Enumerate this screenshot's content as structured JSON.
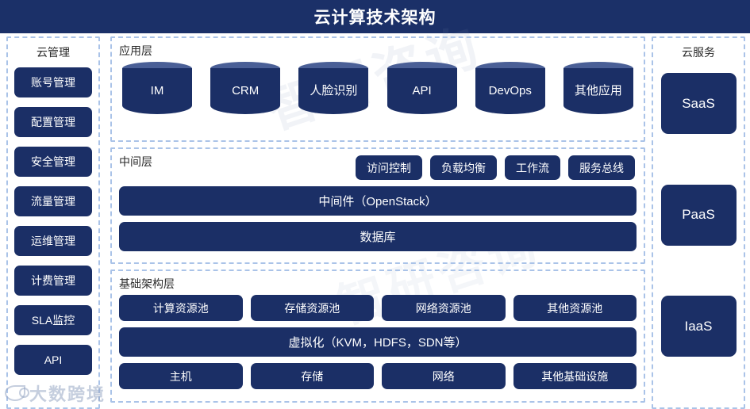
{
  "header": {
    "title": "云计算技术架构"
  },
  "cloud_management": {
    "title": "云管理",
    "items": [
      {
        "label": "账号管理"
      },
      {
        "label": "配置管理"
      },
      {
        "label": "安全管理"
      },
      {
        "label": "流量管理"
      },
      {
        "label": "运维管理"
      },
      {
        "label": "计费管理"
      },
      {
        "label": "SLA监控"
      },
      {
        "label": "API"
      }
    ]
  },
  "application_layer": {
    "title": "应用层",
    "items": [
      {
        "label": "IM"
      },
      {
        "label": "CRM"
      },
      {
        "label": "人脸识别"
      },
      {
        "label": "API"
      },
      {
        "label": "DevOps"
      },
      {
        "label": "其他应用"
      }
    ]
  },
  "middle_layer": {
    "title": "中间层",
    "services": [
      {
        "label": "访问控制"
      },
      {
        "label": "负载均衡"
      },
      {
        "label": "工作流"
      },
      {
        "label": "服务总线"
      }
    ],
    "middleware": "中间件（OpenStack）",
    "database": "数据库"
  },
  "infrastructure_layer": {
    "title": "基础架构层",
    "resource_pools": [
      {
        "label": "计算资源池"
      },
      {
        "label": "存储资源池"
      },
      {
        "label": "网络资源池"
      },
      {
        "label": "其他资源池"
      }
    ],
    "virtualization": "虚拟化（KVM，HDFS，SDN等）",
    "physical": [
      {
        "label": "主机"
      },
      {
        "label": "存储"
      },
      {
        "label": "网络"
      },
      {
        "label": "其他基础设施"
      }
    ]
  },
  "cloud_services": {
    "title": "云服务",
    "items": [
      {
        "label": "SaaS"
      },
      {
        "label": "PaaS"
      },
      {
        "label": "IaaS"
      }
    ]
  },
  "watermark": {
    "diagonal_1": "智研咨询",
    "diagonal_2": "智研咨询",
    "brand": "大数跨境"
  },
  "colors": {
    "banner": "#1b3068",
    "box": "#1b2f66",
    "cylinder_cap": "#4a5f96",
    "dashed_border": "#aac3e8",
    "text_on_box": "#ffffff"
  }
}
